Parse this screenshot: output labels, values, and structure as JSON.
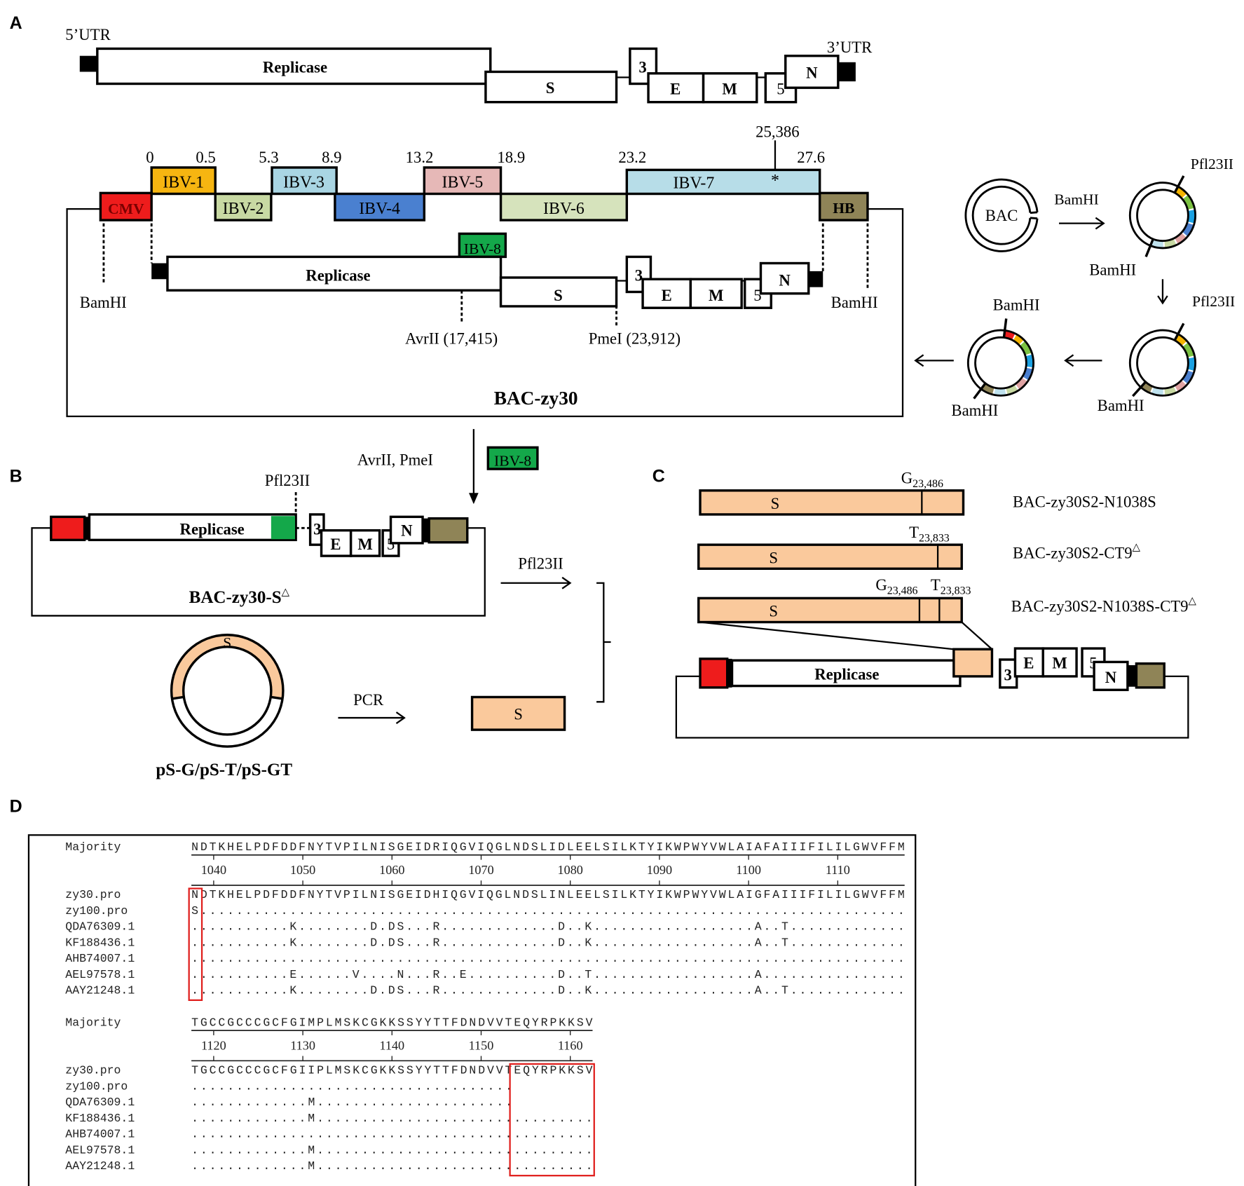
{
  "colors": {
    "cmv": "#ee1c1c",
    "ibv1": "#f6b511",
    "ibv2": "#c8d9a3",
    "ibv3": "#a9d5e3",
    "ibv4": "#4a80d0",
    "ibv5": "#e6b8b7",
    "ibv6": "#d6e3bc",
    "ibv7": "#b7dde8",
    "ibv8": "#14a84a",
    "hb": "#8f8457",
    "s_gene": "#fac99c",
    "highlight": "#e0201e",
    "seg_orange": "#f4b400",
    "seg_green": "#7cc242",
    "seg_cyan": "#1ba1e2",
    "seg_blue": "#4a7fcf",
    "seg_pink": "#e0a3a3",
    "seg_lightgreen": "#c8d9a3",
    "seg_lightblue": "#bfe2ee",
    "seg_brown": "#8f8457",
    "seg_red": "#ee1c1c"
  },
  "panel_a": {
    "label": "A",
    "utr5": "5’UTR",
    "utr3": "3’UTR",
    "genome": {
      "replicase": "Replicase",
      "s": "S",
      "g3": "3",
      "e": "E",
      "m": "M",
      "g5": "5",
      "n": "N"
    },
    "coordinates": [
      "0",
      "0.5",
      "5.3",
      "8.9",
      "13.2",
      "18.9",
      "23.2",
      "27.6"
    ],
    "mutation_position": "25,386",
    "mutation_marker": "*",
    "fragments": [
      "IBV-1",
      "IBV-2",
      "IBV-3",
      "IBV-4",
      "IBV-5",
      "IBV-6",
      "IBV-7",
      "IBV-8"
    ],
    "cmv": "CMV",
    "hb": "HB",
    "bamhi_left": "BamHI",
    "bamhi_right": "BamHI",
    "avrii": "AvrII (17,415)",
    "pmei": "PmeI (23,912)",
    "construct": "BAC-zy30",
    "cloning": {
      "bac": "BAC",
      "bamhi_arrow": "BamHI",
      "pfl_1": "Pfl23II",
      "bamhi_1": "BamHI",
      "pfl_2": "Pfl23II",
      "bamhi_2": "BamHI",
      "bamhi_3_top": "BamHI",
      "bamhi_3_bottom": "BamHI"
    }
  },
  "transfer": {
    "enzymes": "AvrII, PmeI",
    "fragment": "IBV-8"
  },
  "panel_b": {
    "label": "B",
    "pfl23ii": "Pfl23II",
    "replicase": "Replicase",
    "g3": "3",
    "e": "E",
    "m": "M",
    "g5": "5",
    "n": "N",
    "construct": "BAC-zy30-S",
    "construct_sup": "△",
    "plasmid_s": "S",
    "plasmids": "pS-G/pS-T/pS-GT",
    "pcr": "PCR",
    "s_fragment": "S",
    "pfl_arrow": "Pfl23II"
  },
  "panel_c": {
    "label": "C",
    "constructs": [
      {
        "s": "S",
        "marks": [
          {
            "base": "G",
            "pos": "23,486"
          }
        ],
        "name": "BAC-zy30S2-N1038S",
        "sup": ""
      },
      {
        "s": "S",
        "marks": [
          {
            "base": "T",
            "pos": "23,833"
          }
        ],
        "name": "BAC-zy30S2-CT9",
        "sup": "△"
      },
      {
        "s": "S",
        "marks": [
          {
            "base": "G",
            "pos": "23,486"
          },
          {
            "base": "T",
            "pos": "23,833"
          }
        ],
        "name": "BAC-zy30S2-N1038S-CT9",
        "sup": "△"
      }
    ],
    "replicase": "Replicase",
    "g3": "3",
    "e": "E",
    "m": "M",
    "g5": "5",
    "n": "N"
  },
  "panel_d": {
    "label": "D",
    "blocks": [
      {
        "majority_label": "Majority",
        "majority": "NDTKHELPDFDDFNYTVPILNISGEIDRIQGVIQGLNDSLIDLEELSILKTYIKWPWYVWLAIAFAIIIFILILGWVFFM",
        "start": 1038,
        "ticks": [
          1040,
          1050,
          1060,
          1070,
          1080,
          1090,
          1100,
          1110
        ],
        "rows": [
          {
            "name": "zy30.pro",
            "seq": "NDTKHELPDFDDFNYTVPILNISGEIDHIQGVIQGLNDSLINLEELSILKTYIKWPWYVWLAIGFAIIIFILILGWVFFM"
          },
          {
            "name": "zy100.pro",
            "seq": "S..............................................................................."
          },
          {
            "name": "QDA76309.1",
            "seq": "...........K........D.DS...R.............D..K..................A..T............."
          },
          {
            "name": "KF188436.1",
            "seq": "...........K........D.DS...R.............D..K..................A..T............."
          },
          {
            "name": "AHB74007.1",
            "seq": "................................................................................"
          },
          {
            "name": "AEL97578.1",
            "seq": "...........E......V....N...R..E..........D..T..................A................"
          },
          {
            "name": "AAY21248.1",
            "seq": "...........K........D.DS...R.............D..K..................A..T............."
          }
        ],
        "highlight_columns": [
          1038,
          1038
        ]
      },
      {
        "majority_label": "Majority",
        "majority": "TGCCGCCCGCFGIMPLMSKCGKKSSYYTTFDNDVVTEQYRPKKSV",
        "start": 1118,
        "ticks": [
          1120,
          1130,
          1140,
          1150,
          1160
        ],
        "rows": [
          {
            "name": "zy30.pro",
            "seq": "TGCCGCCCGCFGIIPLMSKCGKKSSYYTTFDNDVVTEQYRPKKSV"
          },
          {
            "name": "zy100.pro",
            "seq": "...................................."
          },
          {
            "name": "QDA76309.1",
            "seq": ".............M......................"
          },
          {
            "name": "KF188436.1",
            "seq": ".............M..............................."
          },
          {
            "name": "AHB74007.1",
            "seq": "............................................."
          },
          {
            "name": "AEL97578.1",
            "seq": ".............M..............................."
          },
          {
            "name": "AAY21248.1",
            "seq": ".............M..............................."
          }
        ],
        "highlight_columns": [
          1154,
          1162
        ]
      }
    ]
  }
}
